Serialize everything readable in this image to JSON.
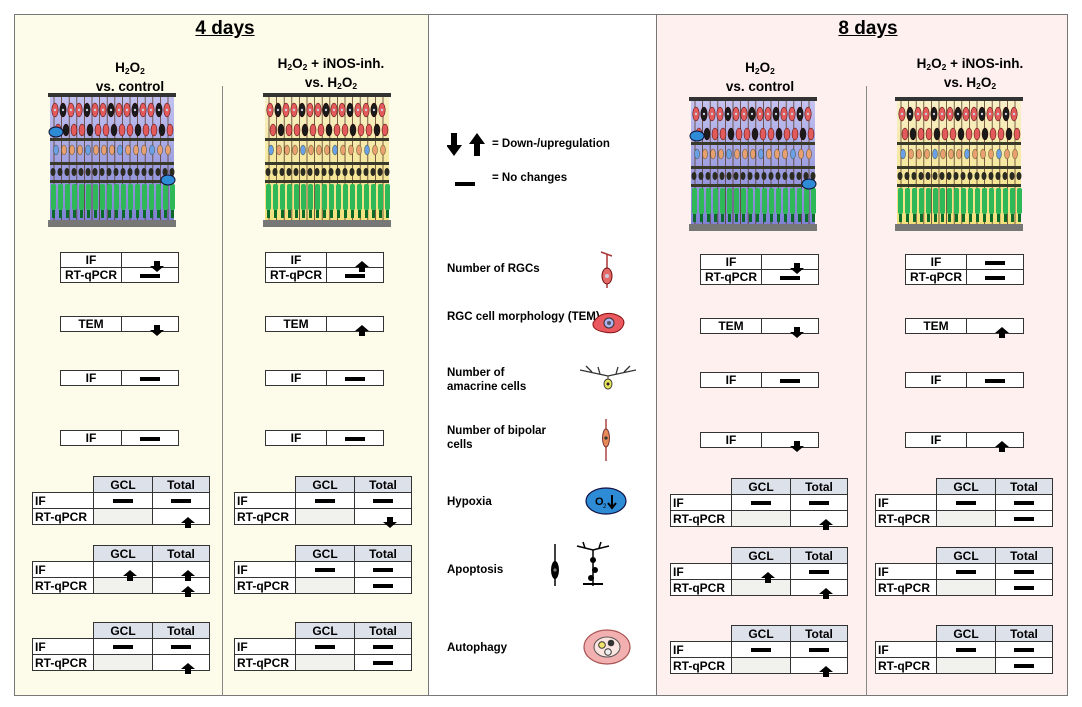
{
  "days": [
    "4 days",
    "8 days"
  ],
  "headers": {
    "h2o2_main": "H",
    "h2o2_sub": "2",
    "h2o2_tail": "O",
    "h2o2_sub2": "2",
    "vs_control": "vs. control",
    "plus_inos": "+ iNOS-inh.",
    "vs_prefix": "vs. H"
  },
  "legend": {
    "updown": "= Down-/upregulation",
    "nochange": "= No changes",
    "items": [
      {
        "label": "Number of RGCs",
        "icon": "rgc-icon"
      },
      {
        "label": "RGC cell morphology (TEM)",
        "icon": "rgc-morphology-icon"
      },
      {
        "label": "Number of amacrine cells",
        "icon": "amacrine-icon"
      },
      {
        "label": "Number of bipolar cells",
        "icon": "bipolar-icon"
      },
      {
        "label": "Hypoxia",
        "icon": "hypoxia-icon"
      },
      {
        "label": "Apoptosis",
        "icon": "apoptosis-icon"
      },
      {
        "label": "Autophagy",
        "icon": "autophagy-icon"
      }
    ]
  },
  "methods": {
    "if": "IF",
    "rtqpcr": "RT-qPCR",
    "tem": "TEM",
    "gcl": "GCL",
    "total": "Total"
  },
  "columns": [
    {
      "name": "4d-h2o2",
      "rgc_if": "down",
      "rgc_pcr": "none",
      "tem": "down",
      "amacrine": "none",
      "bipolar": "none",
      "hypoxia": {
        "if_gcl": "none",
        "if_total": "none",
        "pcr_total": "up"
      },
      "apoptosis": {
        "if_gcl": "up",
        "if_total": "up",
        "pcr_total": "up"
      },
      "autophagy": {
        "if_gcl": "none",
        "if_total": "none",
        "pcr_total": "up"
      }
    },
    {
      "name": "4d-inos",
      "rgc_if": "up",
      "rgc_pcr": "none",
      "tem": "up",
      "amacrine": "none",
      "bipolar": "none",
      "hypoxia": {
        "if_gcl": "none",
        "if_total": "none",
        "pcr_total": "down"
      },
      "apoptosis": {
        "if_gcl": "none",
        "if_total": "none",
        "pcr_total": "none"
      },
      "autophagy": {
        "if_gcl": "none",
        "if_total": "none",
        "pcr_total": "none"
      }
    },
    {
      "name": "8d-h2o2",
      "rgc_if": "down",
      "rgc_pcr": "none",
      "tem": "down",
      "amacrine": "none",
      "bipolar": "down",
      "hypoxia": {
        "if_gcl": "none",
        "if_total": "none",
        "pcr_total": "up"
      },
      "apoptosis": {
        "if_gcl": "up",
        "if_total": "none",
        "pcr_total": "up"
      },
      "autophagy": {
        "if_gcl": "none",
        "if_total": "none",
        "pcr_total": "up"
      }
    },
    {
      "name": "8d-inos",
      "rgc_if": "none",
      "rgc_pcr": "none",
      "tem": "up",
      "amacrine": "none",
      "bipolar": "up",
      "hypoxia": {
        "if_gcl": "none",
        "if_total": "none",
        "pcr_total": "none"
      },
      "apoptosis": {
        "if_gcl": "none",
        "if_total": "none",
        "pcr_total": "none"
      },
      "autophagy": {
        "if_gcl": "none",
        "if_total": "none",
        "pcr_total": "none"
      }
    }
  ],
  "colors": {
    "left_panel": "#fdfcea",
    "right_panel": "#fdf0ef",
    "header_cell": "#dde1ea",
    "retina_control": "#8d8fd8",
    "retina_inos": "#f5e8a0"
  }
}
